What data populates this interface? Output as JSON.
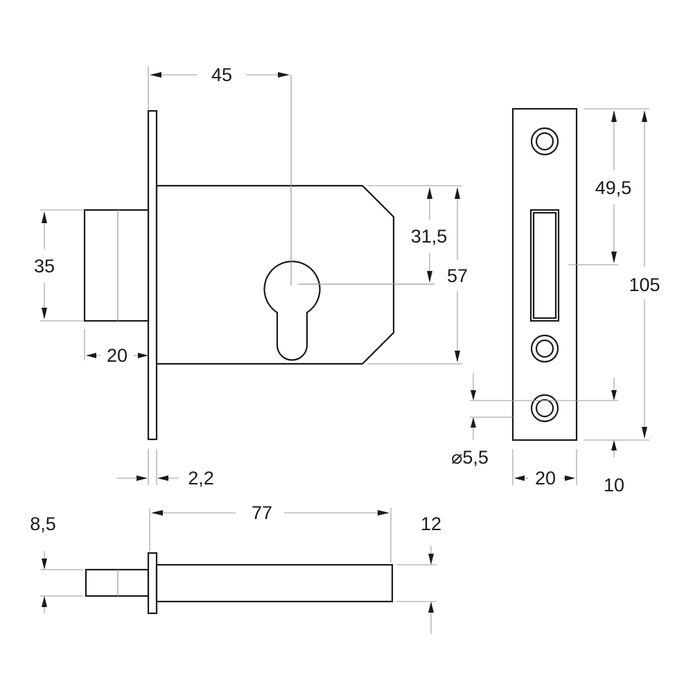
{
  "dimensions": {
    "width_45": "45",
    "height_35": "35",
    "bolt_20": "20",
    "faceplate_2_2": "2,2",
    "height_31_5": "31,5",
    "height_57": "57",
    "strike_49_5": "49,5",
    "strike_105": "105",
    "hole_5_5": "⌀5,5",
    "strike_width_20": "20",
    "strike_10": "10",
    "length_77": "77",
    "bolt_8_5": "8,5",
    "body_12": "12"
  },
  "colors": {
    "outline": "#1a1a1a",
    "dimension_line": "#9a9a9a",
    "background": "#ffffff"
  }
}
